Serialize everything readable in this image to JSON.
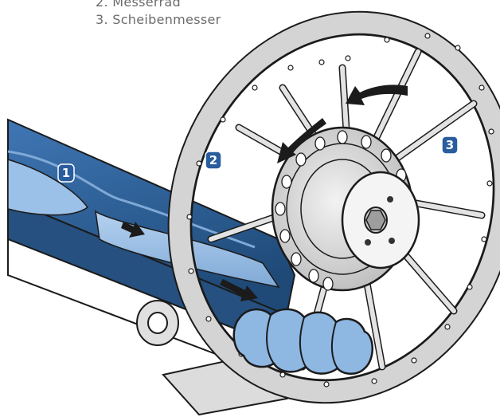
{
  "legend": {
    "items": [
      "2. Messerrad",
      "3. Scheibenmesser"
    ]
  },
  "badges": {
    "conveyor": "1",
    "knife_wheel": "2",
    "disc_knife": "3"
  },
  "colors": {
    "badge_blue": "#2a5d9e",
    "belt_dark": "#2c5d92",
    "belt_light": "#9cc1e8",
    "wheel_gray": "#d4d4d4",
    "wheel_outline": "#1b1b1b",
    "product_blue": "#8eb7e2",
    "legend_text": "#6b6b6b"
  },
  "icons": [
    "rotation-arrow-icon",
    "feed-arrow-icon"
  ]
}
